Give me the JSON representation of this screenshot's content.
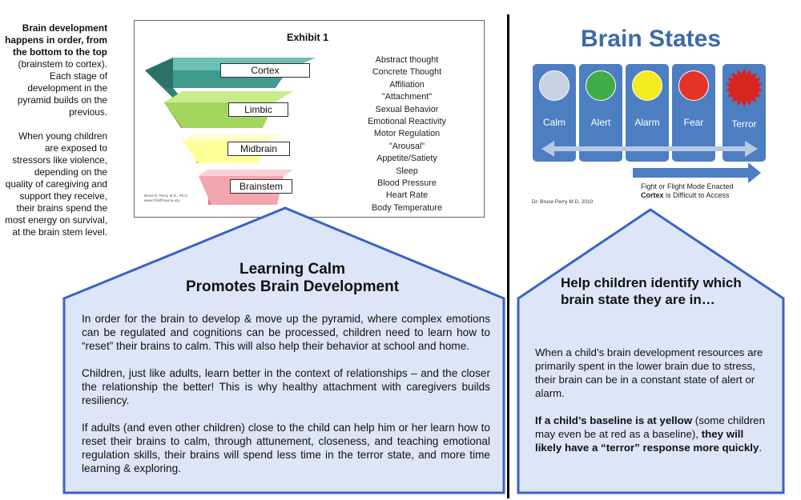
{
  "left_text": {
    "p1_bold": "Brain development happens in order, from the bottom to the top",
    "p1_rest": " (brainstem to cortex).  Each stage of development in the pyramid builds on the previous.",
    "p2": "When young children are exposed to stressors like violence, depending on the quality of caregiving and support they receive, their brains spend the most energy on survival, at the brain stem level."
  },
  "exhibit": {
    "title": "Exhibit 1",
    "levels": [
      "Cortex",
      "Limbic",
      "Midbrain",
      "Brainstem"
    ],
    "functions": [
      "Abstract thought",
      "Concrete Thought",
      "Affiliation",
      "\"Attachment\"",
      "Sexual Behavior",
      "Emotional Reactivity",
      "Motor Regulation",
      "\"Arousal\"",
      "Appetite/Satiety",
      "Sleep",
      "Blood Pressure",
      "Heart Rate",
      "Body Temperature"
    ],
    "credit": "Bruce D. Perry, M.D., Ph.D.",
    "credit_url": "www.ChildTrauma.org",
    "colors": {
      "cortex": "#3f9a8e",
      "limbic": "#a4d65e",
      "midbrain": "#ffff99",
      "brainstem": "#f3a6b0"
    }
  },
  "house1": {
    "title_line1": "Learning Calm",
    "title_line2": "Promotes Brain Development",
    "p1": "In order for the brain to develop & move up the pyramid, where complex emotions can be regulated and cognitions can be processed, children need to learn how to “reset” their brains to calm. This will also help their behavior at school and home.",
    "p2": "Children, just like adults, learn better in the context of relationships – and the closer the relationship the better! This is why healthy attachment with caregivers builds resiliency.",
    "p3": "If adults (and even other children) close to the child can help him or her learn how to reset their brains to calm, through attunement, closeness, and teaching emotional regulation skills, their brains will spend less time in the terror state, and more time learning & exploring."
  },
  "brain_states": {
    "title": "Brain States",
    "states": [
      {
        "label": "Calm",
        "color": "#c9d2e3"
      },
      {
        "label": "Alert",
        "color": "#3fae49"
      },
      {
        "label": "Alarm",
        "color": "#f5ec1f"
      },
      {
        "label": "Fear",
        "color": "#e6332a"
      },
      {
        "label": "Terror",
        "color": "#d8261f"
      }
    ],
    "credit": "Dr. Bruce Perry M.D. 2010",
    "fight_line1": "Fight or Flight Mode Enacted",
    "fight_cortex": "Cortex",
    "fight_line2": " is Difficult to Access"
  },
  "house2": {
    "title": "Help children identify which brain state they are in…",
    "p1": "When a child’s brain development resources are primarily spent in the lower brain due to stress, their brain can be in a constant state of alert or alarm.",
    "p2_bold_a": "If a child’s baseline is at yellow",
    "p2_normal": "  (some children may even be at red as a baseline),",
    "p2_bold_b": " they will likely have a “terror” response more quickly",
    "p2_end": "."
  },
  "theme": {
    "house_fill": "#dce6f8",
    "house_stroke": "#3a62c8",
    "state_box": "#4d7ec2"
  }
}
